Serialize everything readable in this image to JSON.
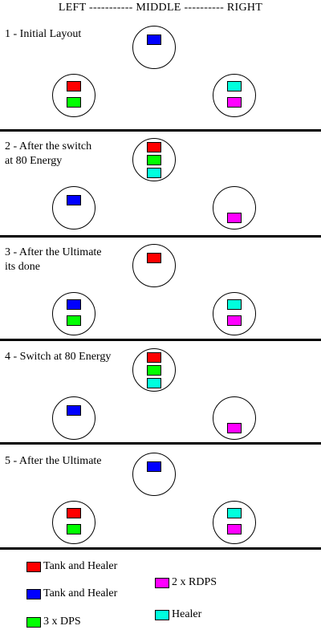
{
  "header": "LEFT ----------- MIDDLE ---------- RIGHT",
  "colors": {
    "red": "#ff0000",
    "blue": "#0000ff",
    "green": "#00ff00",
    "magenta": "#ff00ff",
    "cyan": "#00ffdd"
  },
  "stages": [
    {
      "title": "1 - Initial Layout",
      "middle": [
        "blue"
      ],
      "left": [
        "red",
        "green"
      ],
      "right": [
        "cyan",
        "magenta"
      ]
    },
    {
      "title": "2 - After the switch\n     at 80 Energy",
      "middle": [
        "red",
        "green",
        "cyan"
      ],
      "left": [
        "blue"
      ],
      "right": [
        "magenta"
      ]
    },
    {
      "title": "3 - After the Ultimate\n         its done",
      "middle": [
        "red"
      ],
      "left": [
        "blue",
        "green"
      ],
      "right": [
        "cyan",
        "magenta"
      ]
    },
    {
      "title": "4 - Switch at 80 Energy",
      "middle": [
        "red",
        "green",
        "cyan"
      ],
      "left": [
        "blue"
      ],
      "right": [
        "magenta"
      ]
    },
    {
      "title": "5 - After the Ultimate",
      "middle": [
        "blue"
      ],
      "left": [
        "red",
        "green"
      ],
      "right": [
        "cyan",
        "magenta"
      ]
    }
  ],
  "legend": [
    {
      "color": "red",
      "label": "Tank and Healer"
    },
    {
      "color": "blue",
      "label": "Tank and Healer"
    },
    {
      "color": "green",
      "label": "3 x DPS"
    },
    {
      "color": "magenta",
      "label": "2 x RDPS"
    },
    {
      "color": "cyan",
      "label": "Healer"
    }
  ]
}
